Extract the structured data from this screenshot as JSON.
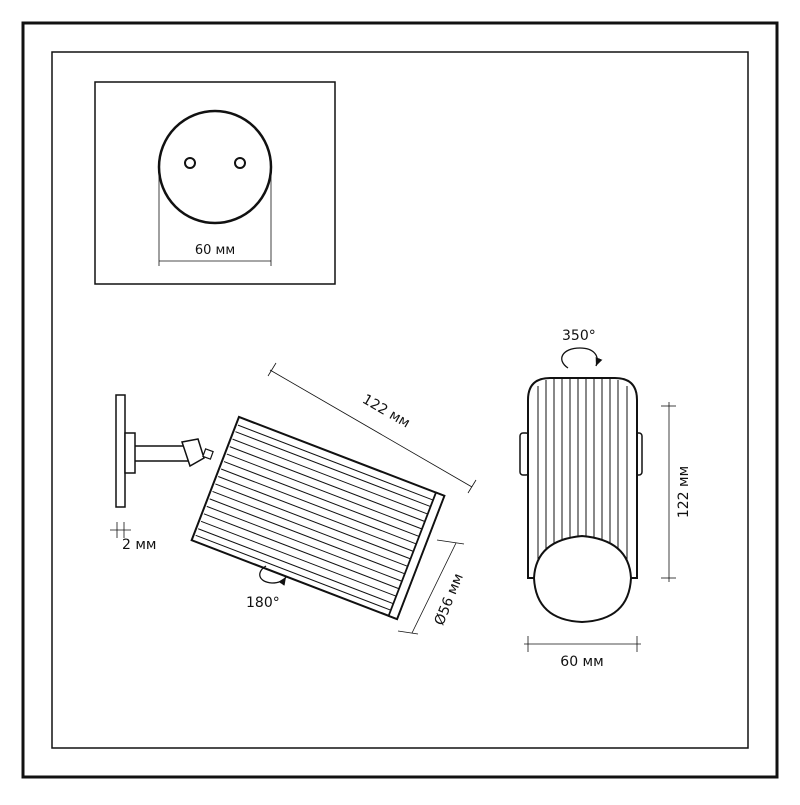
{
  "colors": {
    "line": "#111111",
    "background": "#ffffff"
  },
  "mount_plate": {
    "spacing_label": "60 мм"
  },
  "side_view": {
    "length_label": "122 мм",
    "plate_thickness_label": "2 мм",
    "rotation_label": "180°",
    "diameter_label": "Ø56 мм"
  },
  "front_view": {
    "rotation_label": "350°",
    "height_label": "122 мм",
    "width_label": "60 мм"
  }
}
